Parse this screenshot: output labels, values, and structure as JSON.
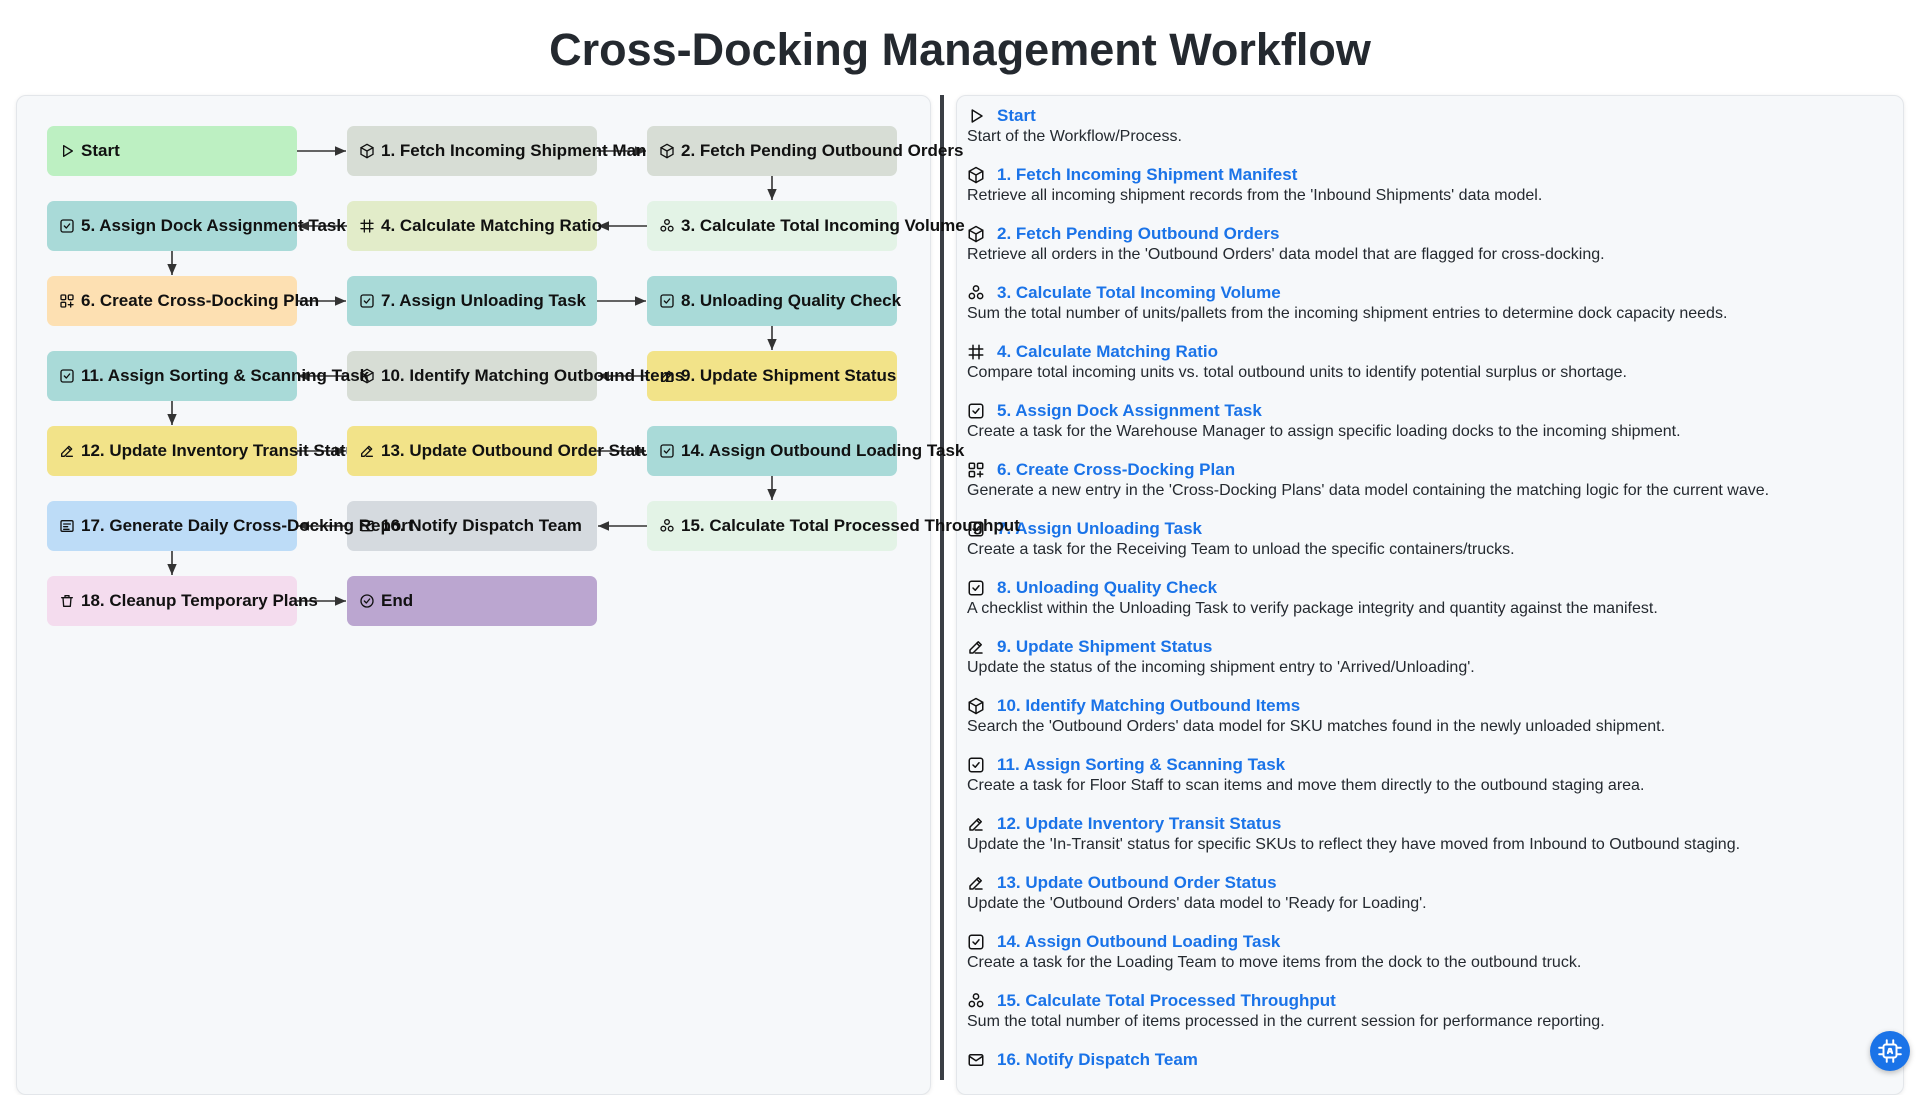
{
  "title": "Cross-Docking Management Workflow",
  "nodes": [
    {
      "label": "Start",
      "icon": "play-icon",
      "color": "#bdf0c2"
    },
    {
      "label": "1. Fetch Incoming Shipment Manifest",
      "icon": "box-icon",
      "color": "#d7ddd5"
    },
    {
      "label": "2. Fetch Pending Outbound Orders",
      "icon": "box-icon",
      "color": "#d7ddd5"
    },
    {
      "label": "3. Calculate Total Incoming Volume",
      "icon": "aggregate-icon",
      "color": "#e3f3e6"
    },
    {
      "label": "4. Calculate Matching Ratio",
      "icon": "formula-icon",
      "color": "#e2ecc9"
    },
    {
      "label": "5. Assign Dock Assignment Task",
      "icon": "task-icon",
      "color": "#a9dad8"
    },
    {
      "label": "6. Create Cross-Docking Plan",
      "icon": "create-icon",
      "color": "#fde0b2"
    },
    {
      "label": "7. Assign Unloading Task",
      "icon": "task-icon",
      "color": "#a9dad8"
    },
    {
      "label": "8. Unloading Quality Check",
      "icon": "task-icon",
      "color": "#a9dad8"
    },
    {
      "label": "9. Update Shipment Status",
      "icon": "edit-icon",
      "color": "#f2e389"
    },
    {
      "label": "10. Identify Matching Outbound Items",
      "icon": "box-icon",
      "color": "#d7ddd5"
    },
    {
      "label": "11. Assign Sorting & Scanning Task",
      "icon": "task-icon",
      "color": "#a9dad8"
    },
    {
      "label": "12. Update Inventory Transit Status",
      "icon": "edit-icon",
      "color": "#f2e389"
    },
    {
      "label": "13. Update Outbound Order Status",
      "icon": "edit-icon",
      "color": "#f2e389"
    },
    {
      "label": "14. Assign Outbound Loading Task",
      "icon": "task-icon",
      "color": "#a9dad8"
    },
    {
      "label": "15. Calculate Total Processed Throughput",
      "icon": "aggregate-icon",
      "color": "#e3f3e6"
    },
    {
      "label": "16. Notify Dispatch Team",
      "icon": "mail-icon",
      "color": "#d5dadf"
    },
    {
      "label": "17. Generate Daily Cross-Docking Report",
      "icon": "report-icon",
      "color": "#bddcf7"
    },
    {
      "label": "18. Cleanup Temporary Plans",
      "icon": "trash-icon",
      "color": "#f4dcee"
    },
    {
      "label": "End",
      "icon": "check-circle-icon",
      "color": "#bba6d0"
    }
  ],
  "steps": [
    {
      "title": "Start",
      "icon": "play-icon",
      "desc": "Start of the Workflow/Process."
    },
    {
      "title": "1. Fetch Incoming Shipment Manifest",
      "icon": "box-icon",
      "desc": "Retrieve all incoming shipment records from the 'Inbound Shipments' data model."
    },
    {
      "title": "2. Fetch Pending Outbound Orders",
      "icon": "box-icon",
      "desc": "Retrieve all orders in the 'Outbound Orders' data model that are flagged for cross-docking."
    },
    {
      "title": "3. Calculate Total Incoming Volume",
      "icon": "aggregate-icon",
      "desc": "Sum the total number of units/pallets from the incoming shipment entries to determine dock capacity needs."
    },
    {
      "title": "4. Calculate Matching Ratio",
      "icon": "formula-icon",
      "desc": "Compare total incoming units vs. total outbound units to identify potential surplus or shortage."
    },
    {
      "title": "5. Assign Dock Assignment Task",
      "icon": "task-icon",
      "desc": "Create a task for the Warehouse Manager to assign specific loading docks to the incoming shipment."
    },
    {
      "title": "6. Create Cross-Docking Plan",
      "icon": "create-icon",
      "desc": "Generate a new entry in the 'Cross-Docking Plans' data model containing the matching logic for the current wave."
    },
    {
      "title": "7. Assign Unloading Task",
      "icon": "task-icon",
      "desc": "Create a task for the Receiving Team to unload the specific containers/trucks."
    },
    {
      "title": "8. Unloading Quality Check",
      "icon": "task-icon",
      "desc": "A checklist within the Unloading Task to verify package integrity and quantity against the manifest."
    },
    {
      "title": "9. Update Shipment Status",
      "icon": "edit-icon",
      "desc": "Update the status of the incoming shipment entry to 'Arrived/Unloading'."
    },
    {
      "title": "10. Identify Matching Outbound Items",
      "icon": "box-icon",
      "desc": "Search the 'Outbound Orders' data model for SKU matches found in the newly unloaded shipment."
    },
    {
      "title": "11. Assign Sorting & Scanning Task",
      "icon": "task-icon",
      "desc": "Create a task for Floor Staff to scan items and move them directly to the outbound staging area."
    },
    {
      "title": "12. Update Inventory Transit Status",
      "icon": "edit-icon",
      "desc": "Update the 'In-Transit' status for specific SKUs to reflect they have moved from Inbound to Outbound staging."
    },
    {
      "title": "13. Update Outbound Order Status",
      "icon": "edit-icon",
      "desc": "Update the 'Outbound Orders' data model to 'Ready for Loading'."
    },
    {
      "title": "14. Assign Outbound Loading Task",
      "icon": "task-icon",
      "desc": "Create a task for the Loading Team to move items from the dock to the outbound truck."
    },
    {
      "title": "15. Calculate Total Processed Throughput",
      "icon": "aggregate-icon",
      "desc": "Sum the total number of items processed in the current session for performance reporting."
    },
    {
      "title": "16. Notify Dispatch Team",
      "icon": "mail-icon",
      "desc": ""
    }
  ]
}
